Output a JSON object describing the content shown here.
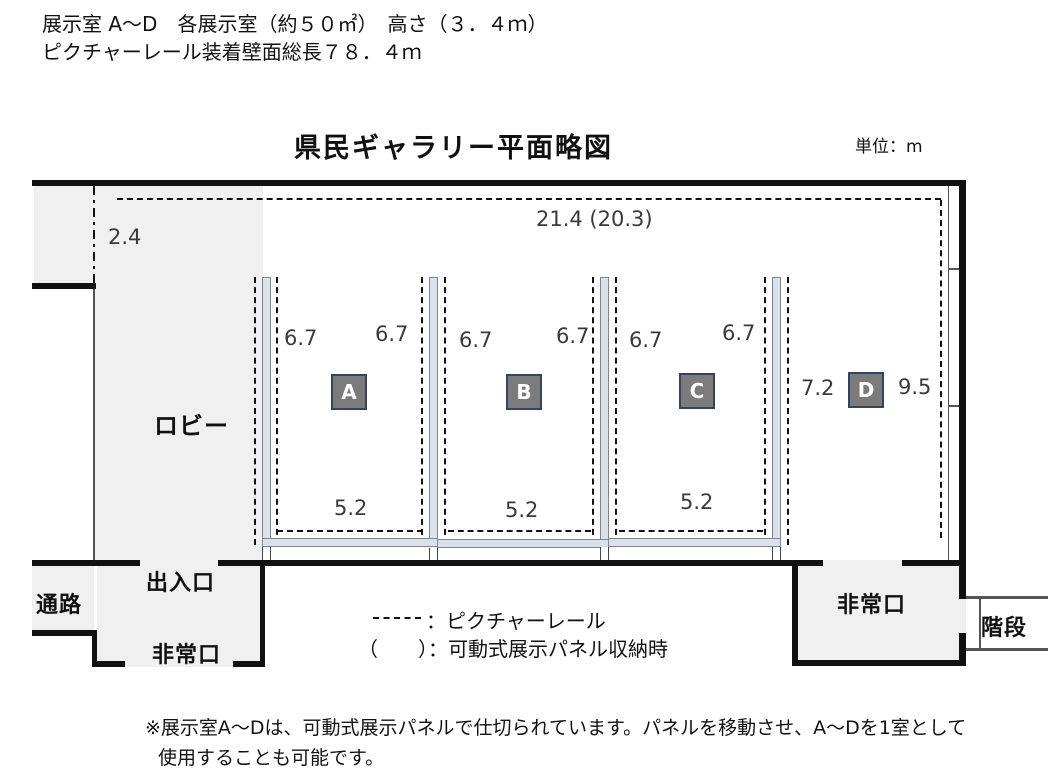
{
  "header": {
    "line1": "展示室 A～D　各展示室（約５０㎡）　高さ（３．４ｍ）",
    "line2": "ピクチャーレール装着壁面総長７８．４ｍ"
  },
  "title": "県民ギャラリー平面略図",
  "unit_label": "単位：m",
  "plan": {
    "labels": {
      "lobby": "ロビー",
      "entrance": "出入口",
      "passage": "通路",
      "emergency_exit_left": "非常口",
      "emergency_exit_right": "非常口",
      "stairs": "階段"
    },
    "dimensions": {
      "top_span": "21.4 (20.3)",
      "alcove_width": "2.4"
    },
    "rooms": [
      {
        "id": "A",
        "left_width": "6.7",
        "right_width": "6.7",
        "bottom_width": "5.2"
      },
      {
        "id": "B",
        "left_width": "6.7",
        "right_width": "6.7",
        "bottom_width": "5.2"
      },
      {
        "id": "C",
        "left_width": "6.7",
        "right_width": "6.7",
        "bottom_width": "5.2"
      },
      {
        "id": "D",
        "left_width": "7.2",
        "right_width": "9.5"
      }
    ],
    "colors": {
      "wall": "#111111",
      "floor_gray": "#f0f0f0",
      "panel_fill": "#dce1e9",
      "panel_border": "#7d8591",
      "room_label_bg": "#7b7b7b",
      "room_label_border": "#36435c",
      "room_label_text": "#ffffff"
    }
  },
  "legend": {
    "picture_rail_label": "：ピクチャーレール",
    "movable_panel_label": "（　　）：可動式展示パネル収納時"
  },
  "note": {
    "line1": "※展示室A～Dは、可動式展示パネルで仕切られています。パネルを移動させ、A～Dを1室として",
    "line2": "使用することも可能です。"
  }
}
